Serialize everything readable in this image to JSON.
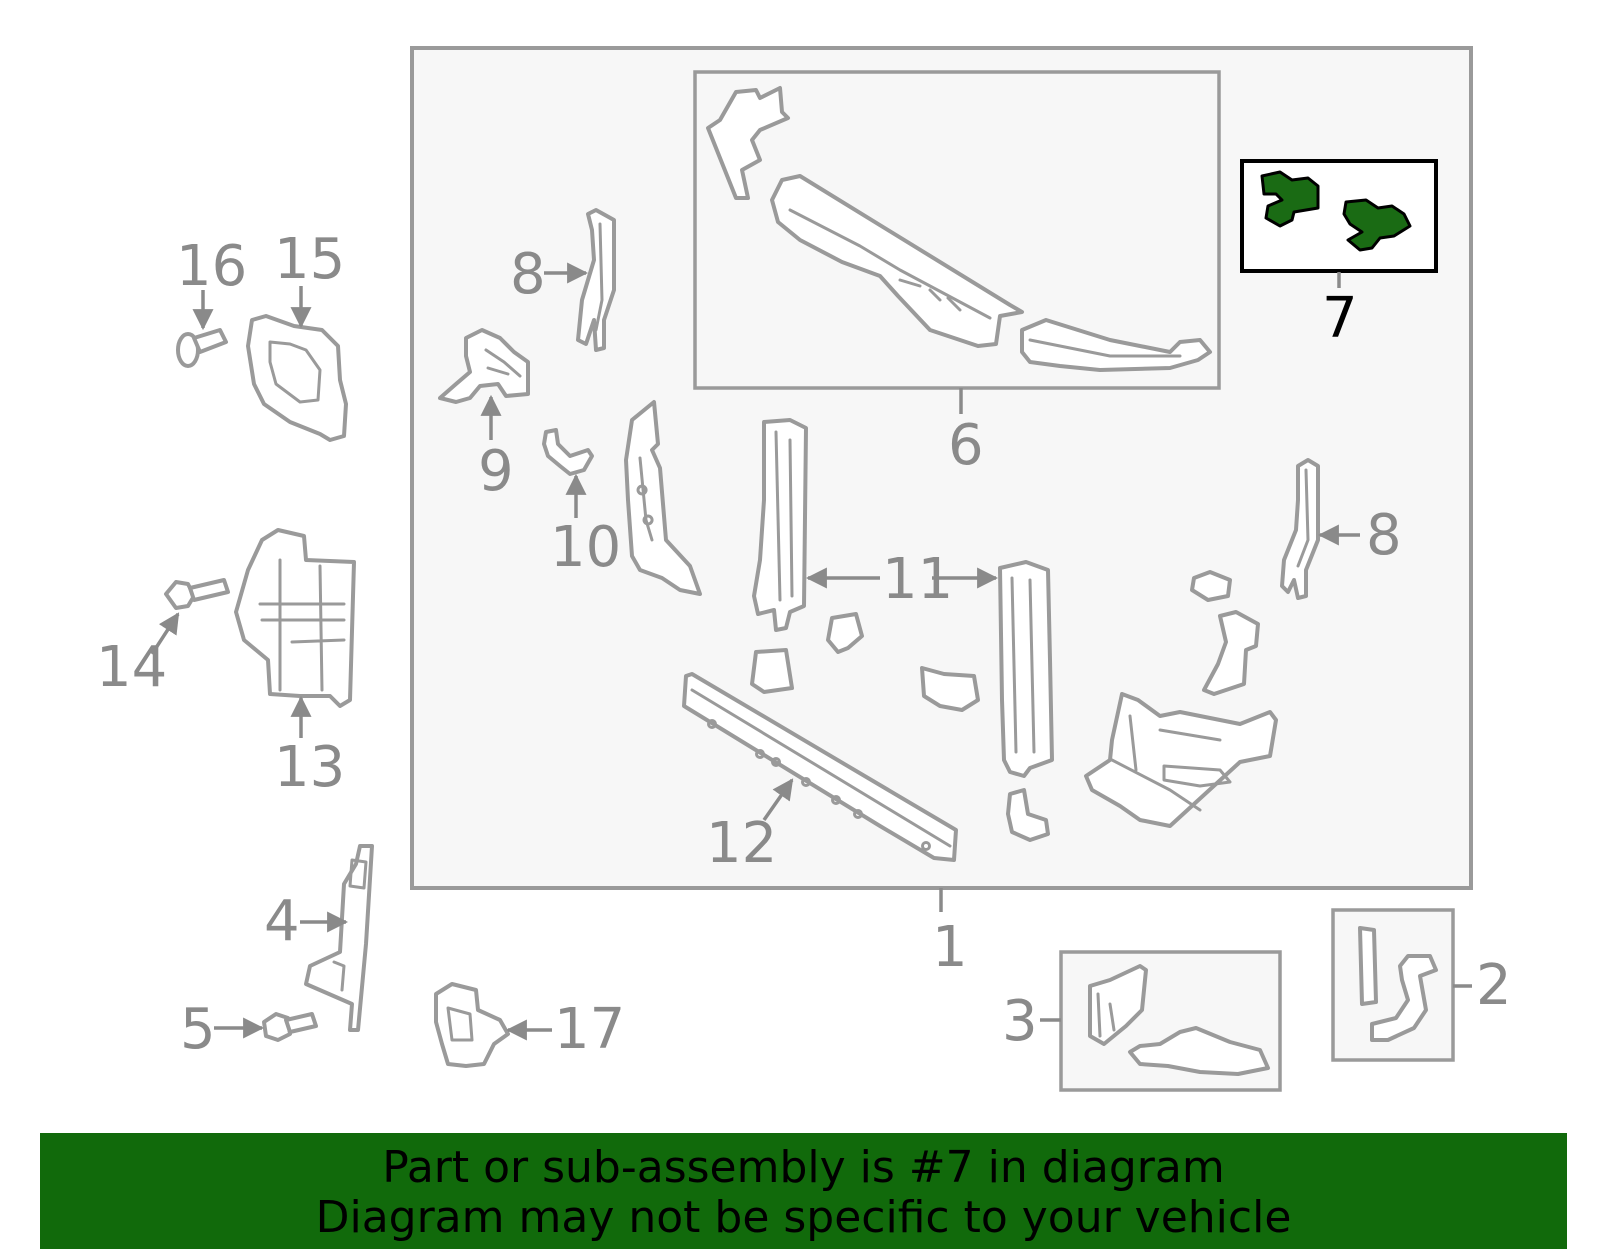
{
  "diagram": {
    "labels": {
      "l1": "1",
      "l2": "2",
      "l3": "3",
      "l4": "4",
      "l5": "5",
      "l6": "6",
      "l7": "7",
      "l8a": "8",
      "l8b": "8",
      "l9": "9",
      "l10": "10",
      "l11": "11",
      "l12": "12",
      "l13": "13",
      "l14": "14",
      "l15": "15",
      "l16": "16",
      "l17": "17"
    },
    "highlighted_part": "7",
    "colors": {
      "highlight": "#1a6b14",
      "outline": "#9a9a9a",
      "banner": "#116a0b"
    }
  },
  "banner": {
    "line1": "Part or sub-assembly is #7 in diagram",
    "line2": "Diagram may not be specific to your vehicle"
  }
}
